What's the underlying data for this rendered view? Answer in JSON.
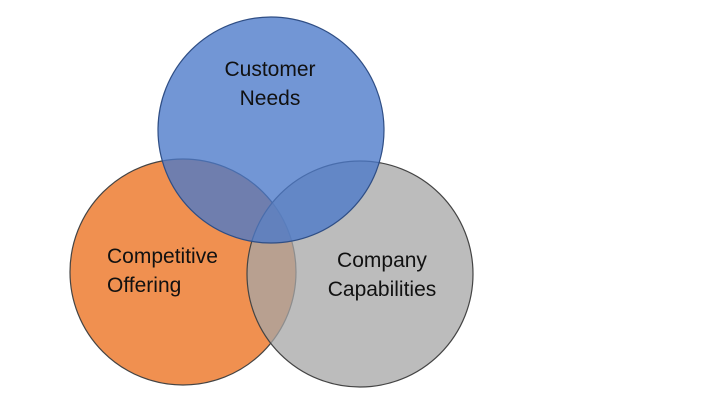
{
  "diagram": {
    "type": "venn",
    "circles": [
      {
        "id": "customer-needs",
        "lines": [
          "Customer",
          "Needs"
        ],
        "fill": "#4A78C9",
        "stroke": "#2F4E85"
      },
      {
        "id": "competitive-offering",
        "lines": [
          "Competitive",
          "Offering"
        ],
        "fill": "#ED7D31",
        "stroke": "#444444"
      },
      {
        "id": "company-capabilities",
        "lines": [
          "Company",
          "Capabilities"
        ],
        "fill": "#A5A5A5",
        "stroke": "#444444"
      }
    ]
  }
}
